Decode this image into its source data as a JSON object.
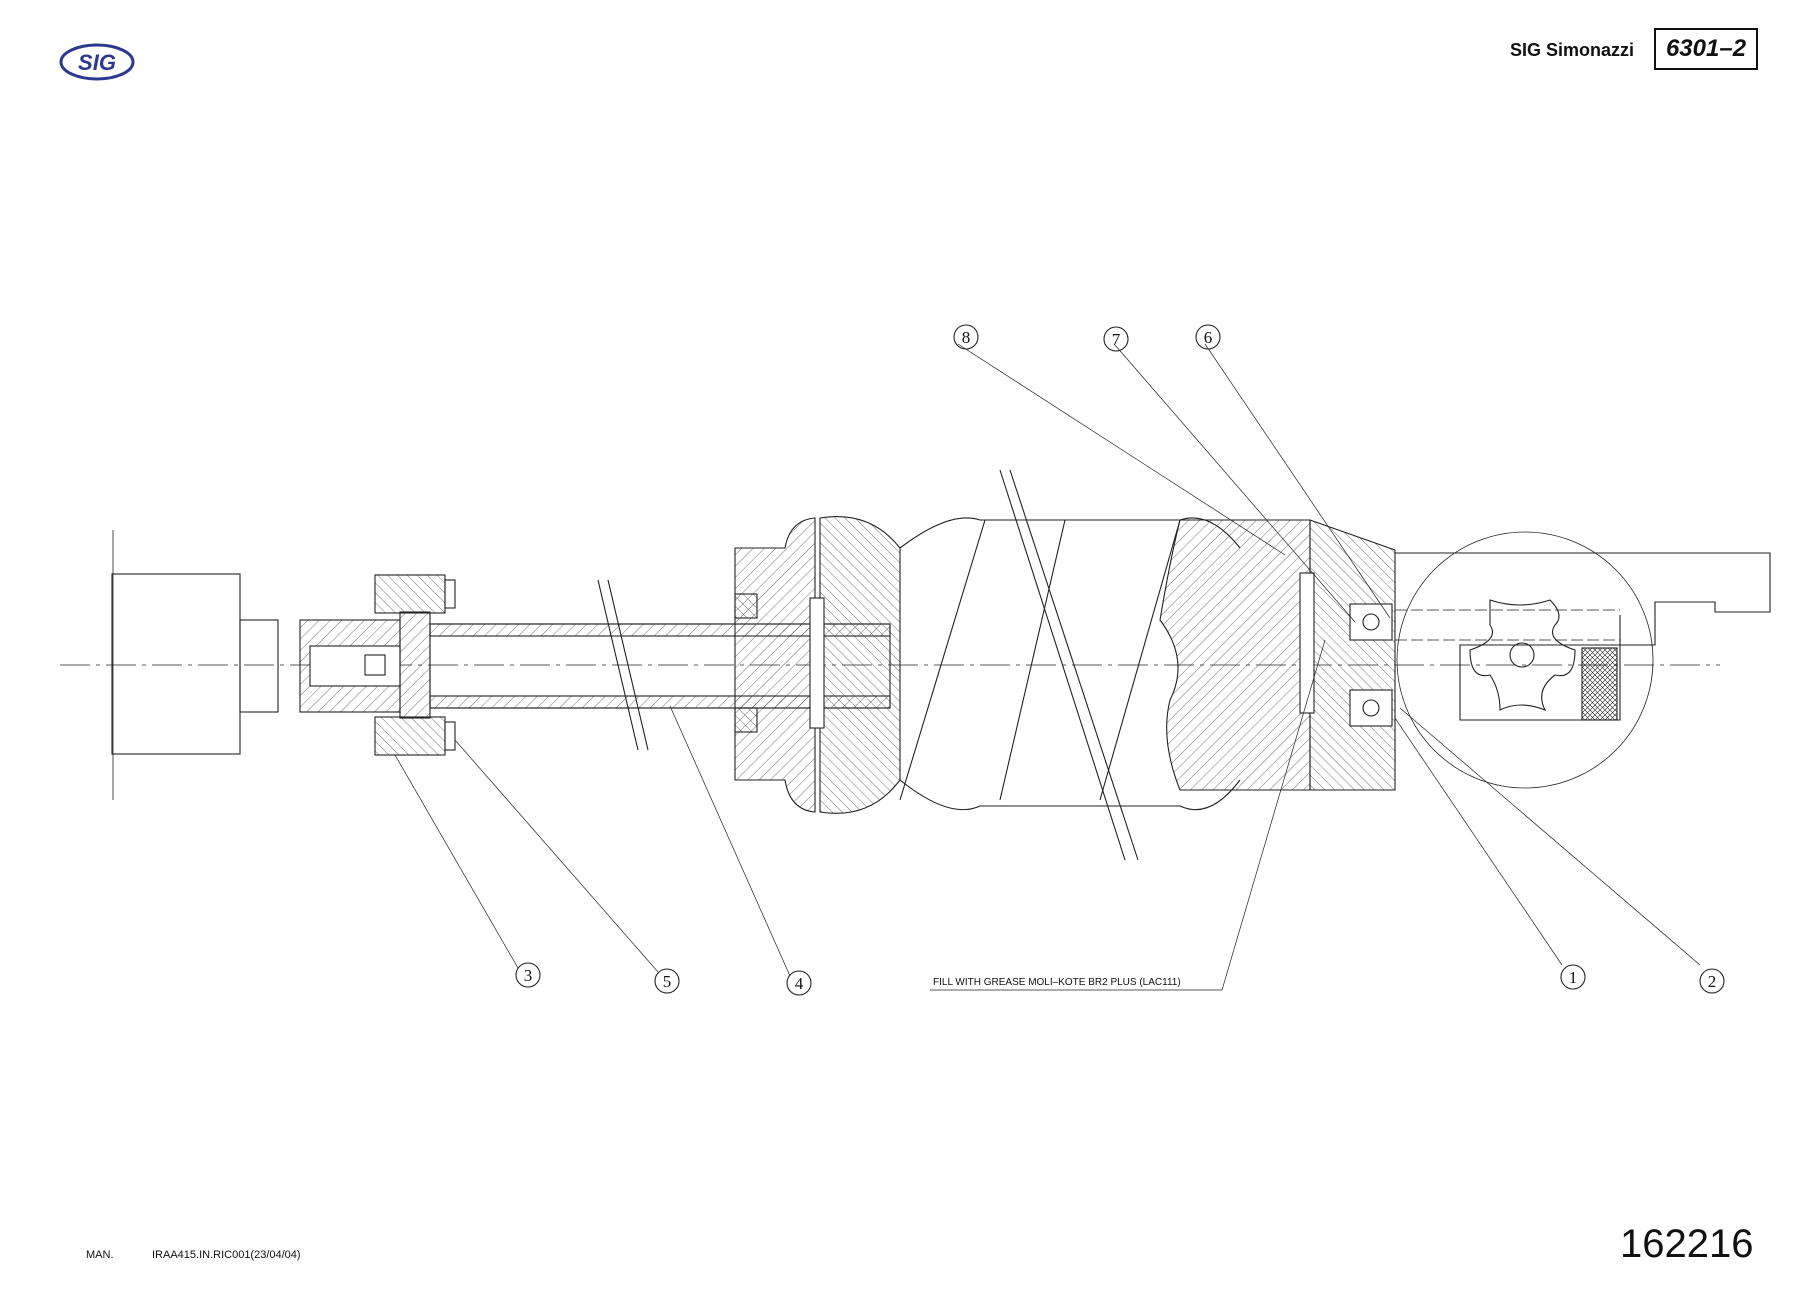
{
  "header": {
    "logo_text": "SIG",
    "company": "SIG Simonazzi",
    "doc_code": "6301–2"
  },
  "drawing": {
    "callouts": [
      "1",
      "2",
      "3",
      "4",
      "5",
      "6",
      "7",
      "8"
    ],
    "note": "FILL WITH GREASE MOLI–KOTE BR2 PLUS (LAC111)"
  },
  "footer": {
    "man_label": "MAN.",
    "reference": "IRAA415.IN.RIC001(23/04/04)",
    "drawing_number": "162216"
  },
  "colors": {
    "logo": "#2b3990",
    "line": "#222222"
  }
}
